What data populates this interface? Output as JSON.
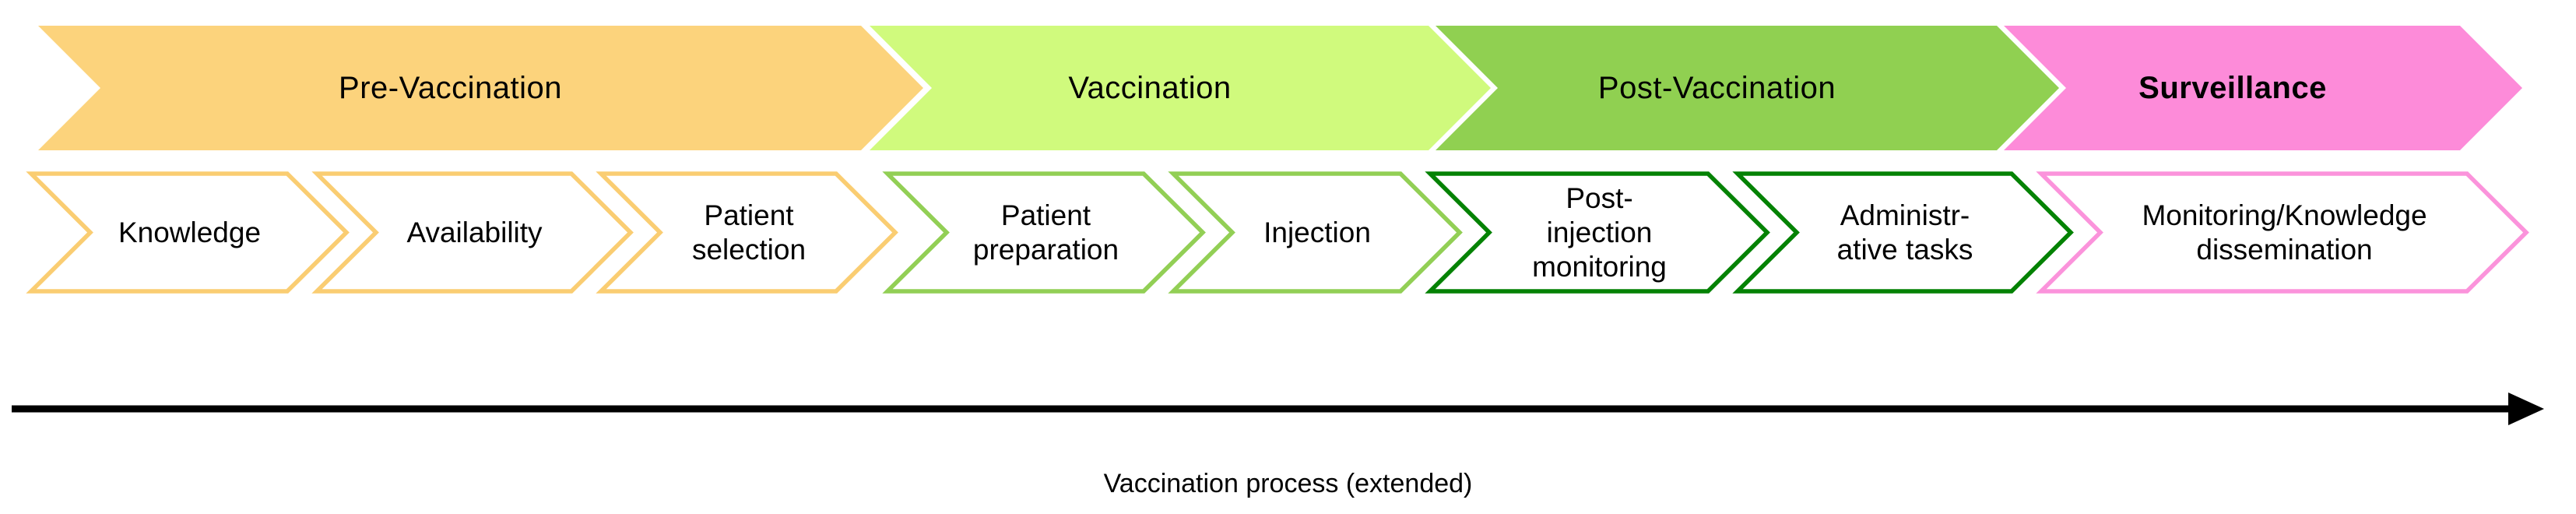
{
  "diagram": {
    "stages": [
      {
        "label": "Pre-Vaccination",
        "fill": "#FCD37C"
      },
      {
        "label": "Vaccination",
        "fill": "#D0FA7D"
      },
      {
        "label": "Post-Vaccination",
        "fill": "#90D051"
      },
      {
        "label": "Surveillance",
        "fill": "#FD8BD9"
      }
    ],
    "steps": [
      {
        "stage": "Pre-Vaccination",
        "border": "#FACD72",
        "lines": [
          "Knowledge"
        ]
      },
      {
        "stage": "Pre-Vaccination",
        "border": "#FACD72",
        "lines": [
          "Availability"
        ]
      },
      {
        "stage": "Pre-Vaccination",
        "border": "#FACD72",
        "lines": [
          "Patient",
          "selection"
        ]
      },
      {
        "stage": "Vaccination",
        "border": "#92CF55",
        "lines": [
          "Patient",
          "preparation"
        ]
      },
      {
        "stage": "Vaccination",
        "border": "#92CF55",
        "lines": [
          "Injection"
        ]
      },
      {
        "stage": "Post-Vaccination",
        "border": "#048204",
        "lines": [
          "Post-",
          "injection",
          "monitoring"
        ]
      },
      {
        "stage": "Post-Vaccination",
        "border": "#048204",
        "lines": [
          "Administr-",
          "ative tasks"
        ]
      },
      {
        "stage": "Surveillance",
        "border": "#FB93DB",
        "lines": [
          "Monitoring/Knowledge",
          "dissemination"
        ]
      }
    ],
    "axis": {
      "label": "Vaccination process (extended)",
      "arrow_color": "#000000"
    }
  }
}
